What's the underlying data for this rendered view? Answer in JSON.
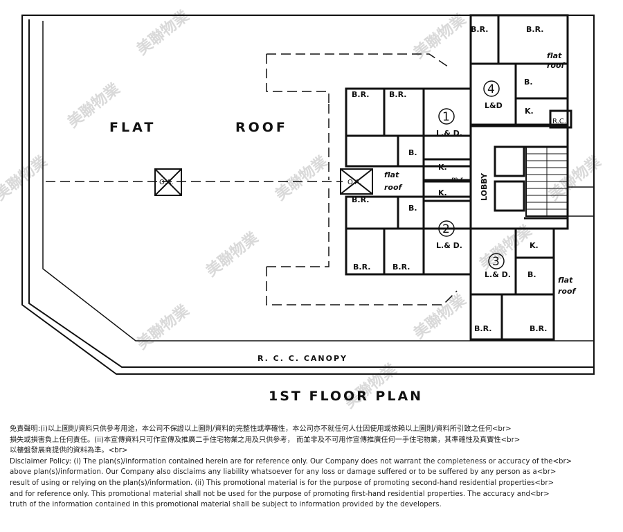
{
  "plan": {
    "title": "1ST  FLOOR  PLAN",
    "flat_roof_left": "FLAT",
    "flat_roof_right": "ROOF",
    "canopy": "R. C. C.  CANOPY",
    "oa_label": "O.A.",
    "lobby": "LOBBY",
    "mr": "m.r.",
    "rc": "R.C.",
    "br": "B.R.",
    "bath": "B.",
    "kitchen": "K.",
    "living": "L.& D.",
    "living_alt": "L&D",
    "flat": "flat",
    "roof": "roof",
    "unit1": "1",
    "unit2": "2",
    "unit3": "3",
    "unit4": "4",
    "watermark": "美聯物業"
  },
  "disclaimer": {
    "zh_line1": "免責聲明:(i)以上圖則/資料只供參考用途，本公司不保證以上圖則/資料的完整性或準確性，本公司亦不就任何人仕因使用或依賴以上圖則/資料所引致之任何<br>",
    "zh_line2": "損失或損害負上任何責任。(ii)本宣傳資料只可作宣傳及推廣二手住宅物業之用及只供參考， 而並非及不可用作宣傳推廣任何一手住宅物業，其準確性及真實性<br>",
    "zh_line3": "以樓盤發展商提供的資料為準。<br>",
    "en_line1": "Disclaimer Policy: (i) The plan(s)/information contained herein are for reference only. Our Company does not warrant the completeness or accuracy of the<br>",
    "en_line2": "above plan(s)/information. Our Company also disclaims any liability whatsoever for any loss or damage suffered or to be suffered by any person as a<br>",
    "en_line3": "result of using or relying on the plan(s)/information. (ii) This promotional material is for the purpose of promoting second-hand residential properties<br>",
    "en_line4": "and for reference only. This promotional material shall not be used for the purpose of promoting first-hand residential properties. The accuracy and<br>",
    "en_line5": "truth of the information contained in this promotional material shall be subject to information provided by the developers."
  }
}
